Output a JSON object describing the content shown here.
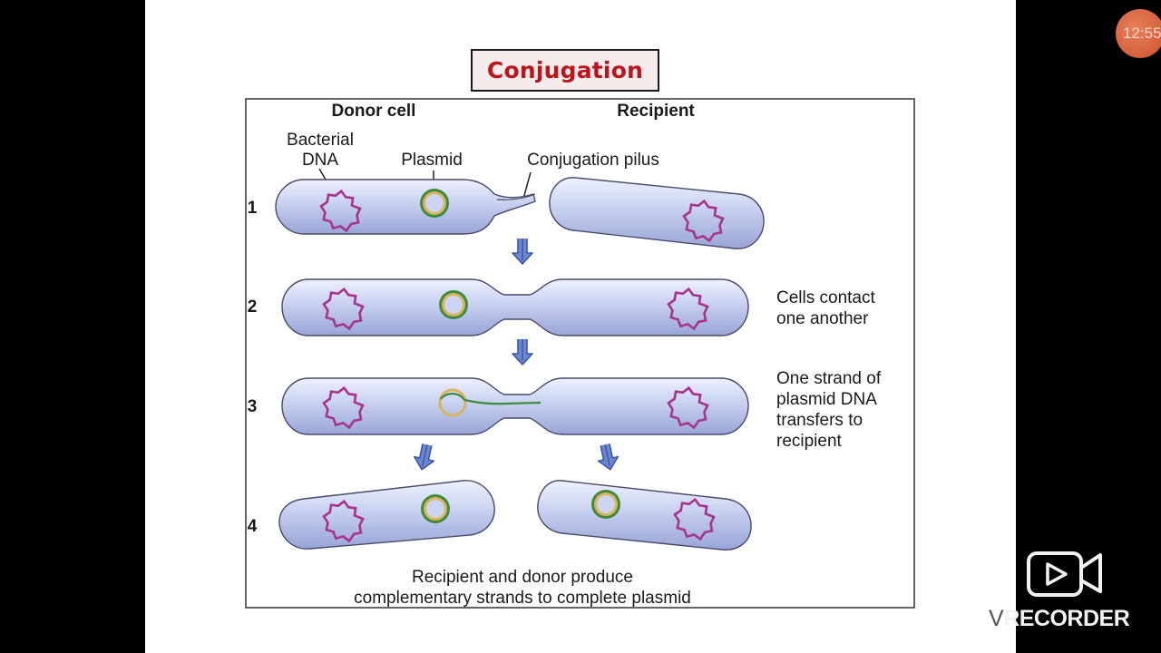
{
  "slide": {
    "title": "Conjugation"
  },
  "diagram": {
    "column_headers": [
      "Donor cell",
      "Recipient"
    ],
    "labels": {
      "bacterial_dna_line1": "Bacterial",
      "bacterial_dna_line2": "DNA",
      "plasmid": "Plasmid",
      "pilus": "Conjugation pilus"
    },
    "step_numbers": [
      "1",
      "2",
      "3",
      "4"
    ],
    "captions": {
      "step2": [
        "Cells contact",
        "one another"
      ],
      "step3": [
        "One strand of",
        "plasmid DNA",
        "transfers to",
        "recipient"
      ],
      "bottom": [
        "Recipient and donor produce",
        "complementary strands to complete plasmid"
      ]
    }
  },
  "overlay": {
    "clock_text": "12:55",
    "recorder_prefix": "V",
    "recorder_label": "RECORDER"
  },
  "colors": {
    "title_red": "#c0141c",
    "cell_fill": "#c5cdef",
    "dna_purple": "#a8328c",
    "plasmid_gold": "#c8a24a",
    "plasmid_green": "#3e8a3e",
    "arrow_blue": "#5b78c8"
  }
}
